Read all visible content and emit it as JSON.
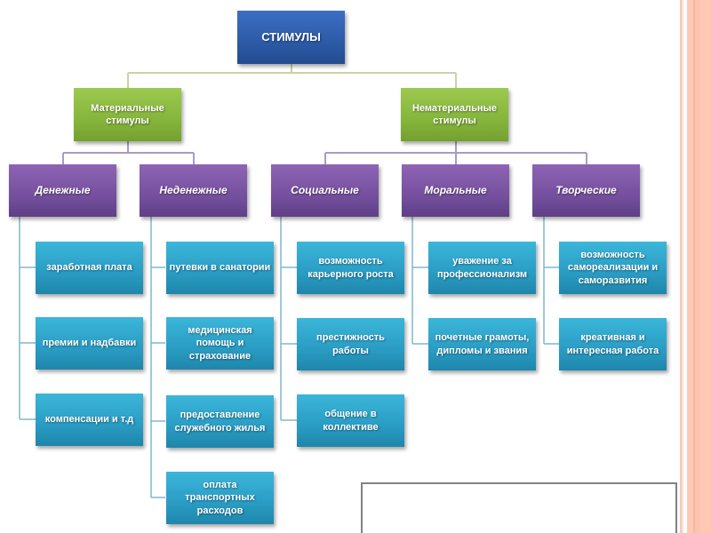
{
  "root": {
    "label": "СТИМУЛЫ",
    "color": "#2c5aa6"
  },
  "groups": [
    {
      "label": "Материальные стимулы",
      "color": "#86b53c",
      "categories": [
        {
          "label": "Денежные",
          "items": [
            "заработная плата",
            "премии и надбавки",
            "компенсации и т.д"
          ]
        },
        {
          "label": "Неденежные",
          "items": [
            "путевки в санатории",
            "медицинская помощь и страхование",
            "предоставление служебного жилья",
            "оплата транспортных расходов"
          ]
        }
      ]
    },
    {
      "label": "Нематериальные стимулы",
      "color": "#86b53c",
      "categories": [
        {
          "label": "Социальные",
          "items": [
            "возможность карьерного роста",
            "престижность работы",
            "общение в коллективе"
          ]
        },
        {
          "label": "Моральные",
          "items": [
            "уважение за профессионализм",
            "почетные грамоты, дипломы и звания"
          ]
        },
        {
          "label": "Творческие",
          "items": [
            "возможность самореализации и саморазвития",
            "креативная и интересная работа"
          ]
        }
      ]
    }
  ],
  "colors": {
    "category": "#75509e",
    "leaf": "#2a9cc4",
    "connector_top": "#c9d3a6",
    "connector_mid": "#a99cc4",
    "connector_leaf": "#7fb8cc",
    "stripe": "#f9c4b1"
  },
  "caption": ""
}
